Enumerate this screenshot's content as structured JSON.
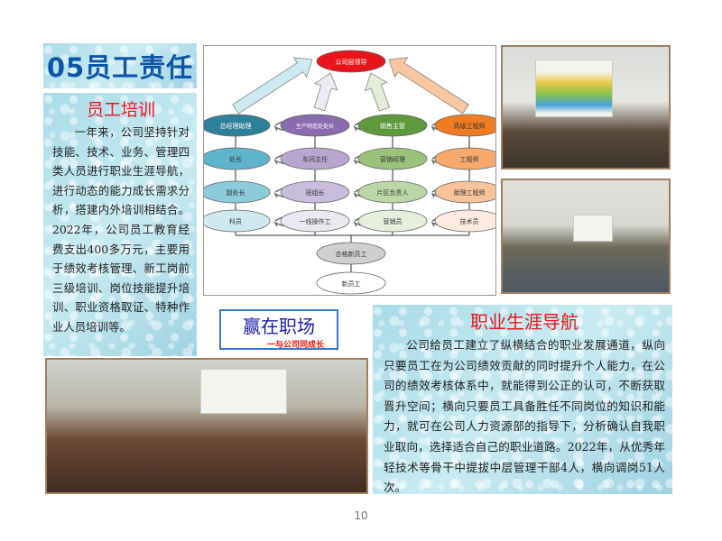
{
  "section_title": "05员工责任",
  "training": {
    "heading": "员工培训",
    "body": "一年来，公司坚持针对技能、技术、业务、管理四类人员进行职业生涯导航，进行动态的能力成长需求分析，搭建内外培训相结合。2022年，公司员工教育经费支出400多万元，主要用于绩效考核管理、新工岗前三级培训、岗位技能提升培训、职业资格取证、特种作业人员培训等。"
  },
  "career_chart": {
    "top": "公司层领导",
    "columns": [
      {
        "nodes": [
          "总经理助理",
          "处长",
          "副处长",
          "科员"
        ],
        "colors": [
          "#2e7f9a",
          "#5fb3cc",
          "#8ccbdc",
          "#cfe9f1"
        ],
        "arrow": "#cdeaf2"
      },
      {
        "nodes": [
          "生产制造处处长",
          "车间主任",
          "班组长",
          "一线操作工"
        ],
        "colors": [
          "#8a6bb0",
          "#b8a6d0",
          "#c9bcdc",
          "#ece8f2"
        ],
        "arrow": "#ecebf3"
      },
      {
        "nodes": [
          "销售主管",
          "营销经理",
          "片区负责人",
          "营销员"
        ],
        "colors": [
          "#5e9a3c",
          "#9bc27a",
          "#bcd7a6",
          "#e6efdc"
        ],
        "arrow": "#e3edd8"
      },
      {
        "nodes": [
          "高级工程师",
          "工程师",
          "助理工程师",
          "技术员"
        ],
        "colors": [
          "#f07c22",
          "#f7a96c",
          "#f8c39b",
          "#fcebde"
        ],
        "arrow": "#f8c7a2"
      }
    ],
    "qualified": "合格新员工",
    "new": "新员工"
  },
  "banner": {
    "title": "赢在职场",
    "subtitle": "一与公司同成长"
  },
  "career": {
    "heading": "职业生涯导航",
    "body": "公司给员工建立了纵横结合的职业发展通道，纵向只要员工在为公司绩效贡献的同时提升个人能力，在公司的绩效考核体系中，就能得到公正的认可，不断获取晋升空间；横向只要员工具备胜任不同岗位的知识和能力，就可在公司人力资源部的指导下，分析确认自我职业取向，选择适合自己的职业道路。2022年，从优秀年轻技术等骨干中提拔中层管理干部4人，横向调岗51人次。"
  },
  "page_number": "10"
}
